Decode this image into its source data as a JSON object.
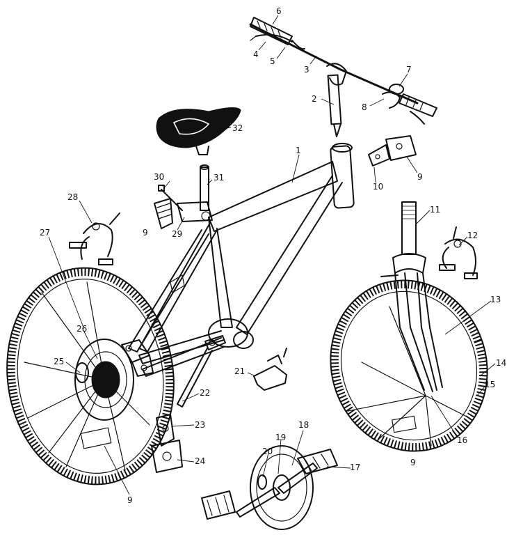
{
  "diagram": {
    "callouts": [
      {
        "id": "c1",
        "text": "1"
      },
      {
        "id": "c2",
        "text": "2"
      },
      {
        "id": "c3",
        "text": "3"
      },
      {
        "id": "c4",
        "text": "4"
      },
      {
        "id": "c5",
        "text": "5"
      },
      {
        "id": "c6",
        "text": "6"
      },
      {
        "id": "c7",
        "text": "7"
      },
      {
        "id": "c8",
        "text": "8"
      },
      {
        "id": "c9a",
        "text": "9"
      },
      {
        "id": "c9b",
        "text": "9"
      },
      {
        "id": "c9c",
        "text": "9"
      },
      {
        "id": "c9d",
        "text": "9"
      },
      {
        "id": "c10",
        "text": "10"
      },
      {
        "id": "c11",
        "text": "11"
      },
      {
        "id": "c12",
        "text": "12"
      },
      {
        "id": "c13",
        "text": "13"
      },
      {
        "id": "c14",
        "text": "14"
      },
      {
        "id": "c15",
        "text": "15"
      },
      {
        "id": "c16",
        "text": "16"
      },
      {
        "id": "c17",
        "text": "17"
      },
      {
        "id": "c18",
        "text": "18"
      },
      {
        "id": "c19",
        "text": "19"
      },
      {
        "id": "c20",
        "text": "20"
      },
      {
        "id": "c21",
        "text": "21"
      },
      {
        "id": "c22",
        "text": "22"
      },
      {
        "id": "c23",
        "text": "23"
      },
      {
        "id": "c24",
        "text": "24"
      },
      {
        "id": "c25",
        "text": "25"
      },
      {
        "id": "c26",
        "text": "26"
      },
      {
        "id": "c27",
        "text": "27"
      },
      {
        "id": "c28",
        "text": "28"
      },
      {
        "id": "c29",
        "text": "29"
      },
      {
        "id": "c30",
        "text": "30"
      },
      {
        "id": "c31",
        "text": "31"
      },
      {
        "id": "c32",
        "text": "32"
      }
    ]
  }
}
